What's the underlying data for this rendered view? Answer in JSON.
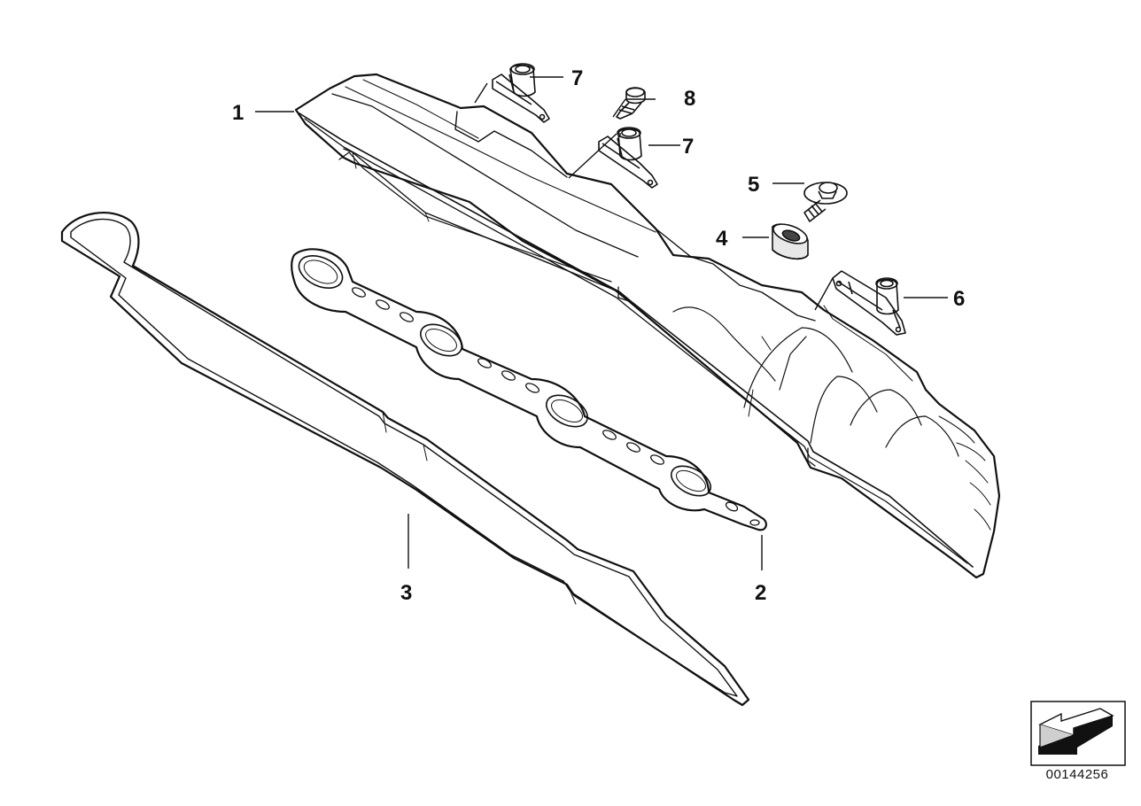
{
  "diagram": {
    "callouts": [
      {
        "id": "1",
        "label": "1"
      },
      {
        "id": "2",
        "label": "2"
      },
      {
        "id": "3",
        "label": "3"
      },
      {
        "id": "4",
        "label": "4"
      },
      {
        "id": "5",
        "label": "5"
      },
      {
        "id": "6",
        "label": "6"
      },
      {
        "id": "7a",
        "label": "7"
      },
      {
        "id": "7b",
        "label": "7"
      },
      {
        "id": "8",
        "label": "8"
      }
    ],
    "document_number": "00144256"
  }
}
